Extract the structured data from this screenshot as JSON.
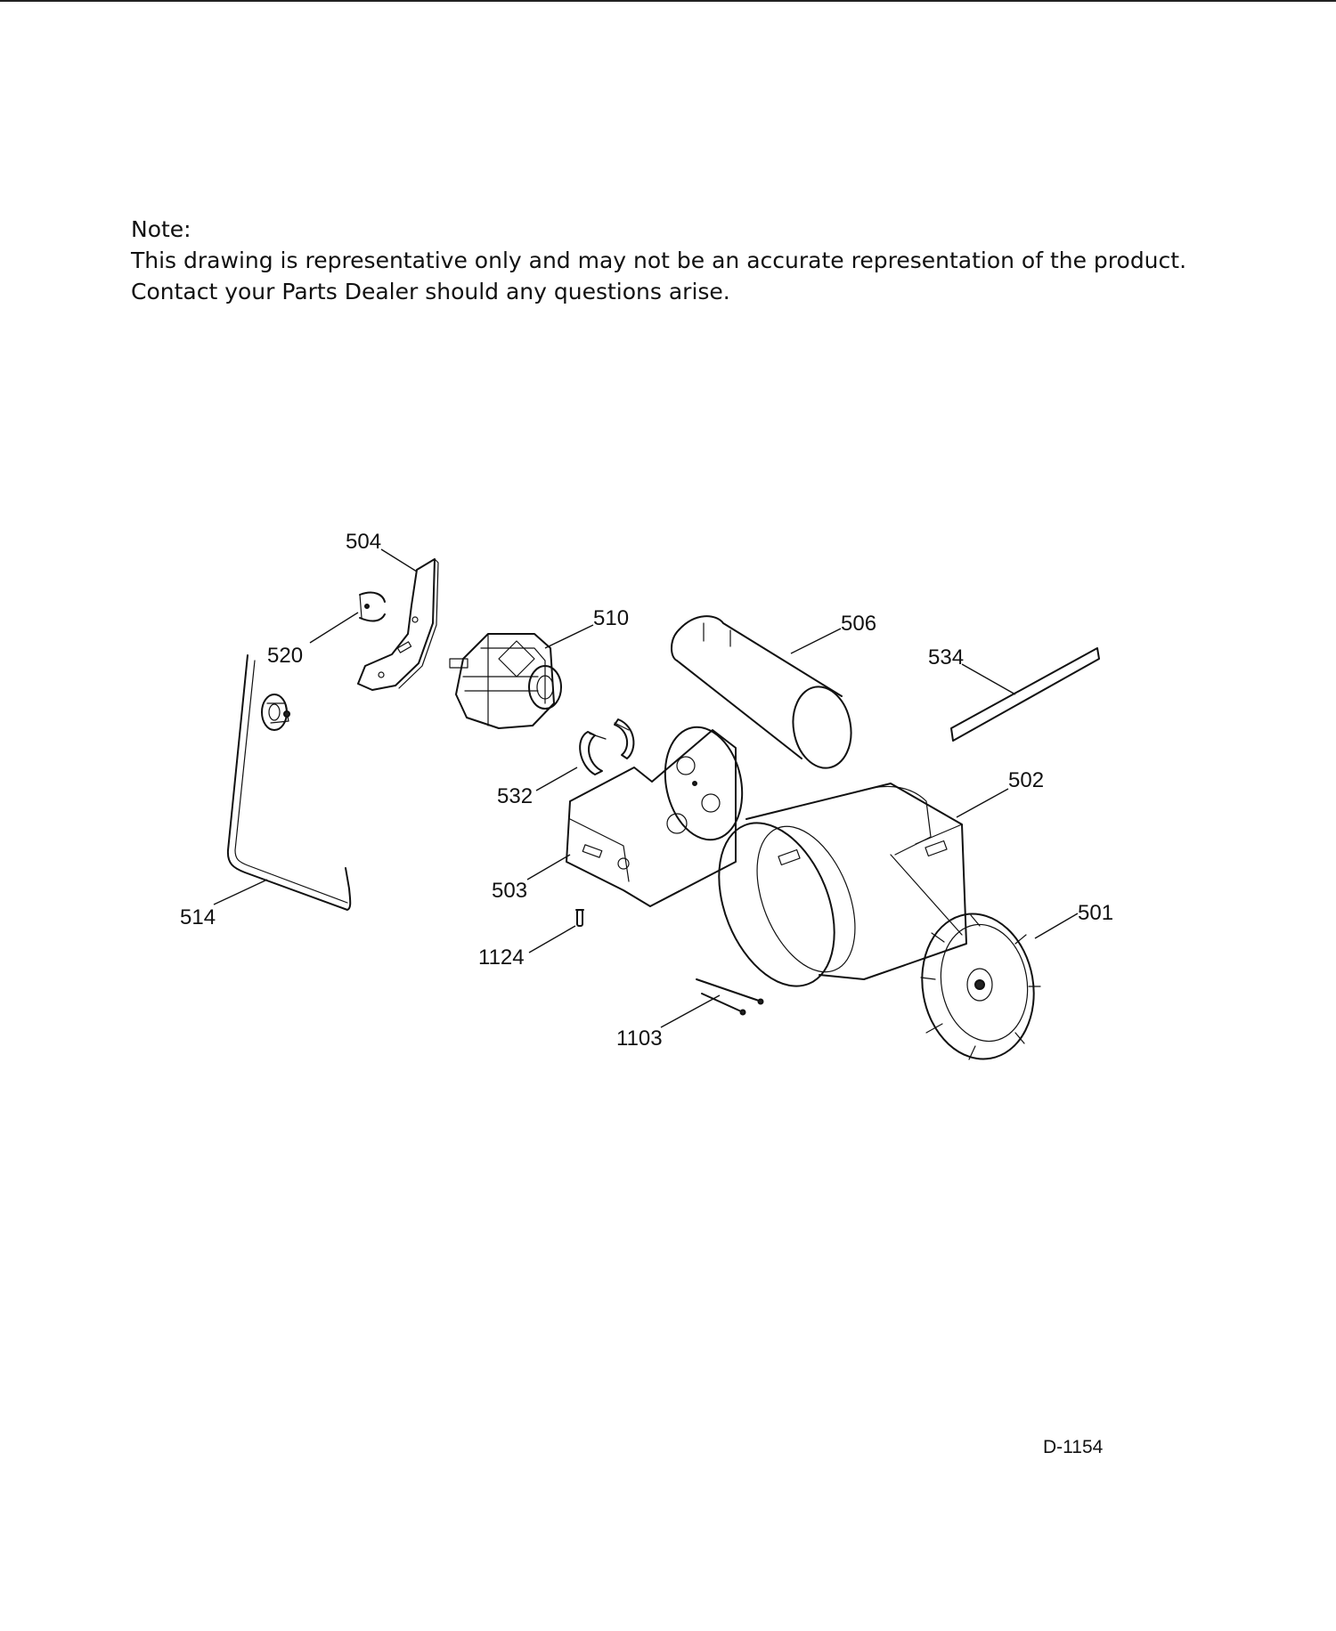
{
  "note": {
    "heading": "Note:",
    "line1": "This drawing is representative only and may not be an accurate representation of the product.",
    "line2": "Contact your Parts Dealer should any questions arise."
  },
  "parts": {
    "p504": "504",
    "p520": "520",
    "p510": "510",
    "p506": "506",
    "p534": "534",
    "p502": "502",
    "p532": "532",
    "p503": "503",
    "p514": "514",
    "p1124": "1124",
    "p501": "501",
    "p1103": "1103"
  },
  "drawing_number": "D-1154"
}
